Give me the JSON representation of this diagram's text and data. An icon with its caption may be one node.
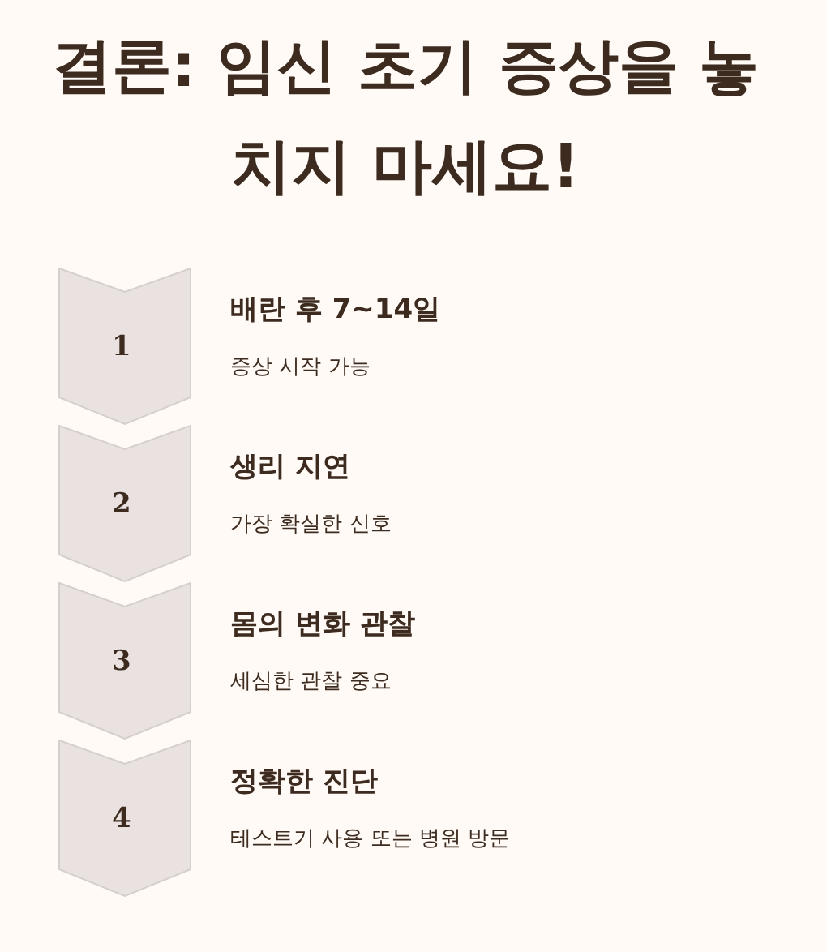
{
  "diagram": {
    "title": "결론: 임신 초기 증상을 놓치지 마세요!",
    "nodes": [
      {
        "text": [
          "1"
        ],
        "beside": [
          "배란 후 7~14일",
          "증상 시작 가능"
        ]
      },
      {
        "text": [
          "2"
        ],
        "beside": [
          "생리 지연",
          "가장 확실한 신호"
        ]
      },
      {
        "text": [
          "3"
        ],
        "beside": [
          "몸의 변화 관찰",
          "세심한 관찰 중요"
        ]
      },
      {
        "text": [
          "4"
        ],
        "beside": [
          "정확한 진단",
          "테스트기 사용 또는 병원 방문"
        ]
      }
    ]
  }
}
